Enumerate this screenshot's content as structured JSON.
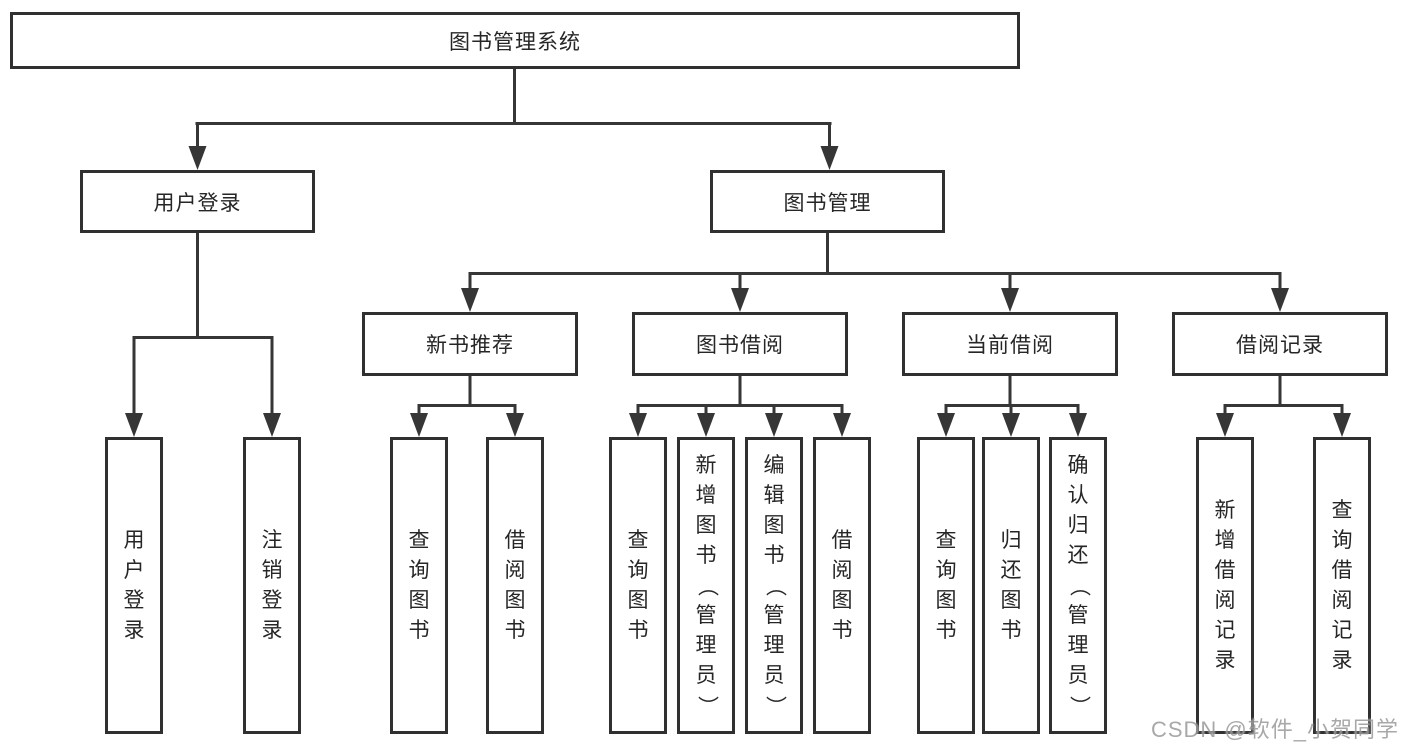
{
  "tree": {
    "label": "图书管理系统",
    "children": [
      {
        "label": "用户登录",
        "children": [
          {
            "label": "用户登录"
          },
          {
            "label": "注销登录"
          }
        ]
      },
      {
        "label": "图书管理",
        "children": [
          {
            "label": "新书推荐",
            "children": [
              {
                "label": "查询图书"
              },
              {
                "label": "借阅图书"
              }
            ]
          },
          {
            "label": "图书借阅",
            "children": [
              {
                "label": "查询图书"
              },
              {
                "label": "新增图书（管理员）"
              },
              {
                "label": "编辑图书（管理员）"
              },
              {
                "label": "借阅图书"
              }
            ]
          },
          {
            "label": "当前借阅",
            "children": [
              {
                "label": "查询图书"
              },
              {
                "label": "归还图书"
              },
              {
                "label": "确认归还（管理员）"
              }
            ]
          },
          {
            "label": "借阅记录",
            "children": [
              {
                "label": "新增借阅记录"
              },
              {
                "label": "查询借阅记录"
              }
            ]
          }
        ]
      }
    ]
  },
  "watermark": {
    "text": "CSDN @软件_小贺同学"
  },
  "colors": {
    "background": "#ffffff",
    "line": "#363636",
    "box_border": "#303030",
    "text": "#262626",
    "watermark": "#9a9a9a"
  }
}
